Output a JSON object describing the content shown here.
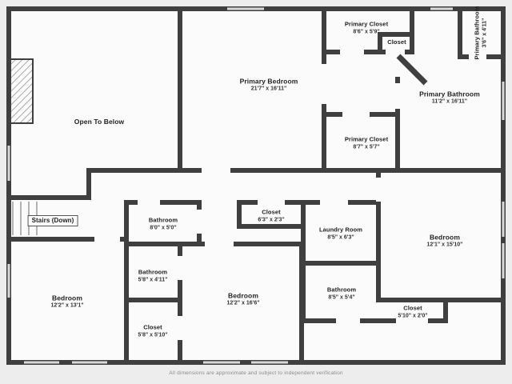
{
  "page": {
    "footer": "All dimensions are approximate and subject to independent verification"
  },
  "palette": {
    "background": "#ededed",
    "floor": "#fbfbfb",
    "wall": "#3f3f3f",
    "window": "#d9d9d9",
    "label_text": "#222222"
  },
  "rooms": [
    {
      "id": "open-to-below",
      "name": "Open To Below",
      "dims": ""
    },
    {
      "id": "primary-bedroom",
      "name": "Primary Bedroom",
      "dims": "21'7\" x 16'11\""
    },
    {
      "id": "primary-closet-north",
      "name": "Primary Closet",
      "dims": "8'6\" x 5'9\""
    },
    {
      "id": "closet-northeast",
      "name": "Closet",
      "dims": ""
    },
    {
      "id": "primary-bathroom-small",
      "name": "Primary Bathroom",
      "dims": "3'6\" x 4'11\""
    },
    {
      "id": "primary-bathroom",
      "name": "Primary Bathroom",
      "dims": "11'2\" x 16'11\""
    },
    {
      "id": "primary-closet-south",
      "name": "Primary Closet",
      "dims": "8'7\" x 5'7\""
    },
    {
      "id": "stairs",
      "name": "Stairs (Down)",
      "dims": ""
    },
    {
      "id": "bathroom-hall",
      "name": "Bathroom",
      "dims": "8'0\" x 5'0\""
    },
    {
      "id": "closet-hall",
      "name": "Closet",
      "dims": "6'3\" x 2'3\""
    },
    {
      "id": "laundry-room",
      "name": "Laundry Room",
      "dims": "8'5\" x 6'3\""
    },
    {
      "id": "bedroom-east",
      "name": "Bedroom",
      "dims": "12'1\" x 15'10\""
    },
    {
      "id": "bedroom-southwest",
      "name": "Bedroom",
      "dims": "12'2\" x 13'1\""
    },
    {
      "id": "bathroom-west",
      "name": "Bathroom",
      "dims": "5'8\" x 4'11\""
    },
    {
      "id": "bedroom-south",
      "name": "Bedroom",
      "dims": "12'2\" x 16'6\""
    },
    {
      "id": "bathroom-south",
      "name": "Bathroom",
      "dims": "8'5\" x 5'4\""
    },
    {
      "id": "closet-southwest",
      "name": "Closet",
      "dims": "5'8\" x 5'10\""
    },
    {
      "id": "closet-southeast",
      "name": "Closet",
      "dims": "5'10\" x 2'0\""
    }
  ]
}
